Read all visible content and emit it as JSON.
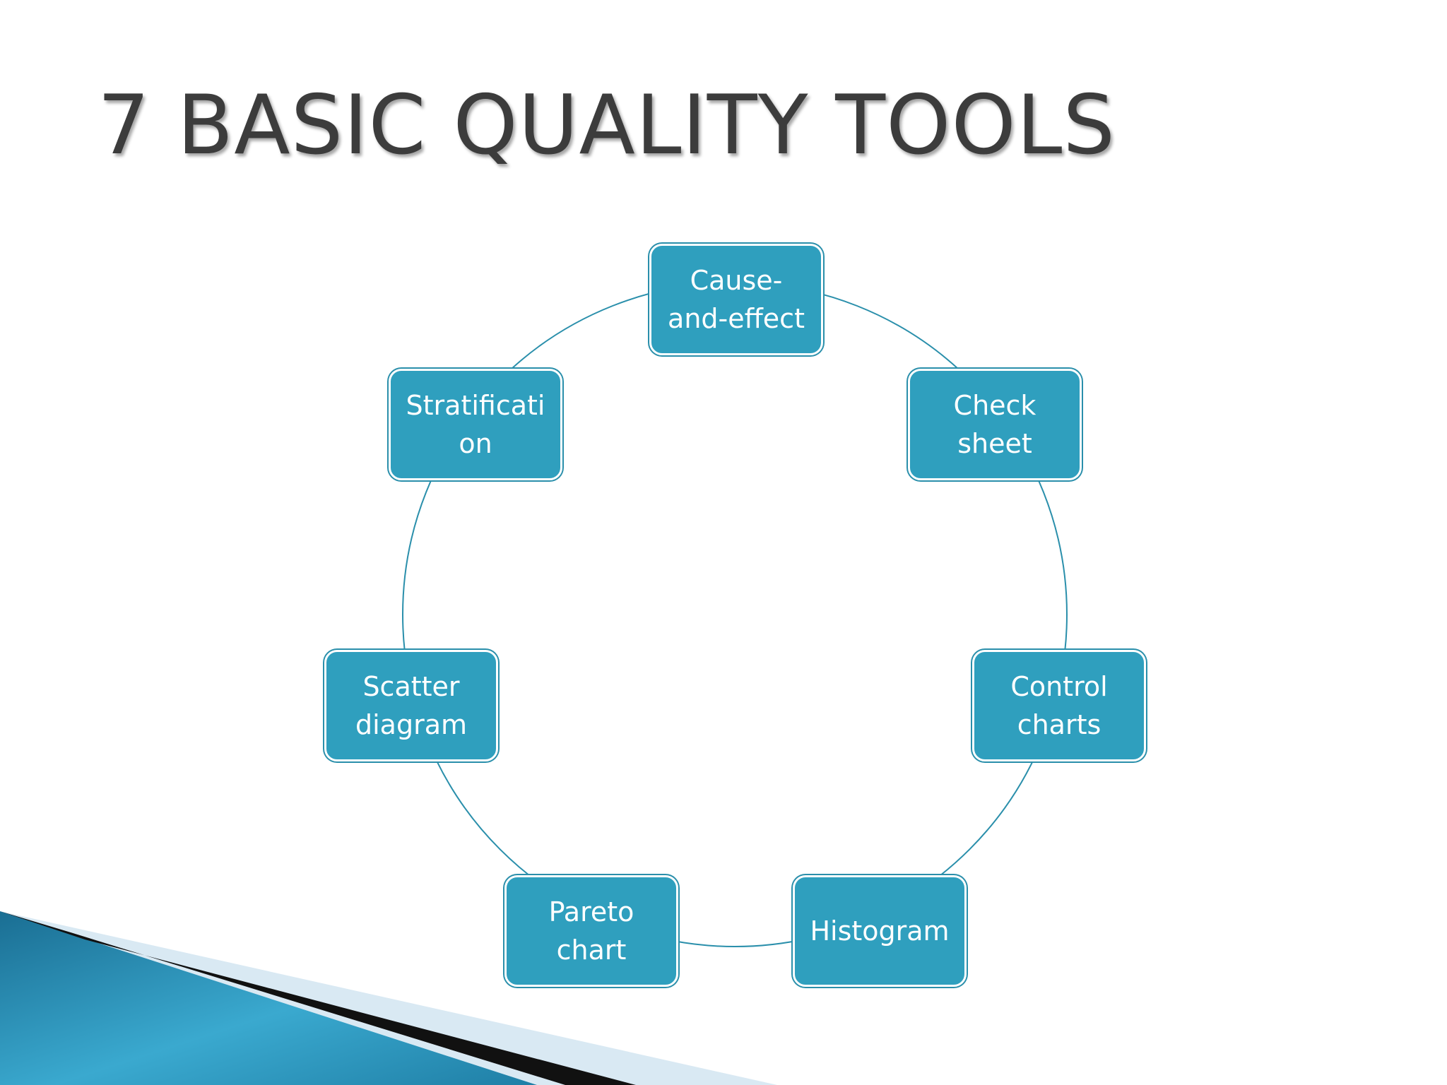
{
  "slide": {
    "title": "7 BASIC QUALITY TOOLS"
  },
  "cycle": {
    "nodes": [
      {
        "id": "cause-and-effect",
        "label": "Cause-\nand-effect"
      },
      {
        "id": "check-sheet",
        "label": "Check\nsheet"
      },
      {
        "id": "control-charts",
        "label": "Control\ncharts"
      },
      {
        "id": "histogram",
        "label": "Histogram"
      },
      {
        "id": "pareto-chart",
        "label": "Pareto\nchart"
      },
      {
        "id": "scatter-diagram",
        "label": "Scatter\ndiagram"
      },
      {
        "id": "stratification",
        "label": "Stratificati\non"
      }
    ]
  },
  "colors": {
    "node_fill": "#2f9fbe",
    "ring": "#2a8fab",
    "title": "#3c3c3c",
    "decor_dark": "#111111",
    "decor_blue": "#1f7fa6",
    "decor_light": "#d9e9f3"
  }
}
